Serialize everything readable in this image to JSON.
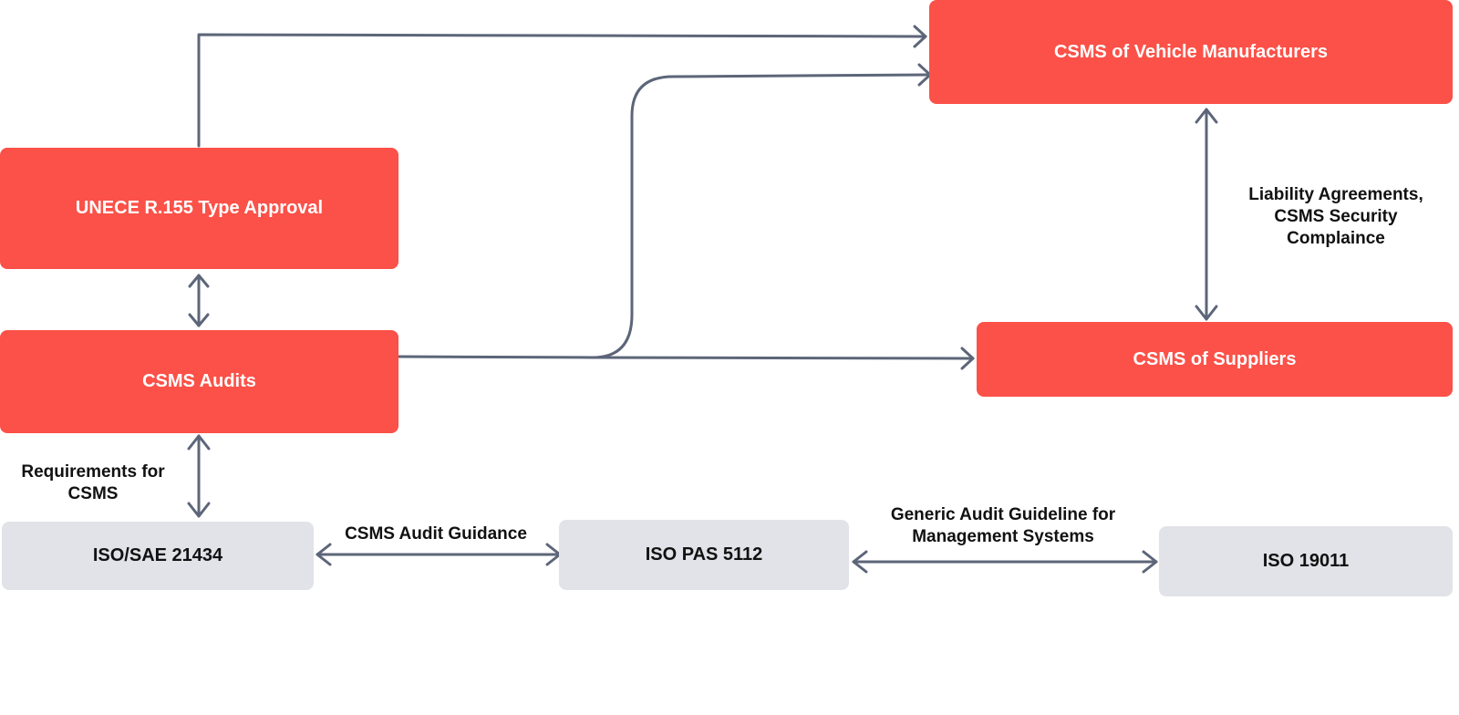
{
  "nodes": {
    "csms_vehicle_manufacturers": "CSMS of Vehicle Manufacturers",
    "unece_r155": "UNECE R.155 Type Approval",
    "csms_audits": "CSMS Audits",
    "csms_suppliers": "CSMS of Suppliers",
    "iso_sae_21434": "ISO/SAE 21434",
    "iso_pas_5112": "ISO PAS 5112",
    "iso_19011": "ISO 19011"
  },
  "edge_labels": {
    "liability": "Liability Agreements,\nCSMS Security\nComplaince",
    "requirements": "Requirements for\nCSMS",
    "audit_guidance": "CSMS Audit Guidance",
    "generic_guideline": "Generic Audit Guideline for\nManagement Systems"
  },
  "colors": {
    "primary_node": "#fb5148",
    "secondary_node": "#e1e3e8",
    "connector": "#5d6579"
  }
}
